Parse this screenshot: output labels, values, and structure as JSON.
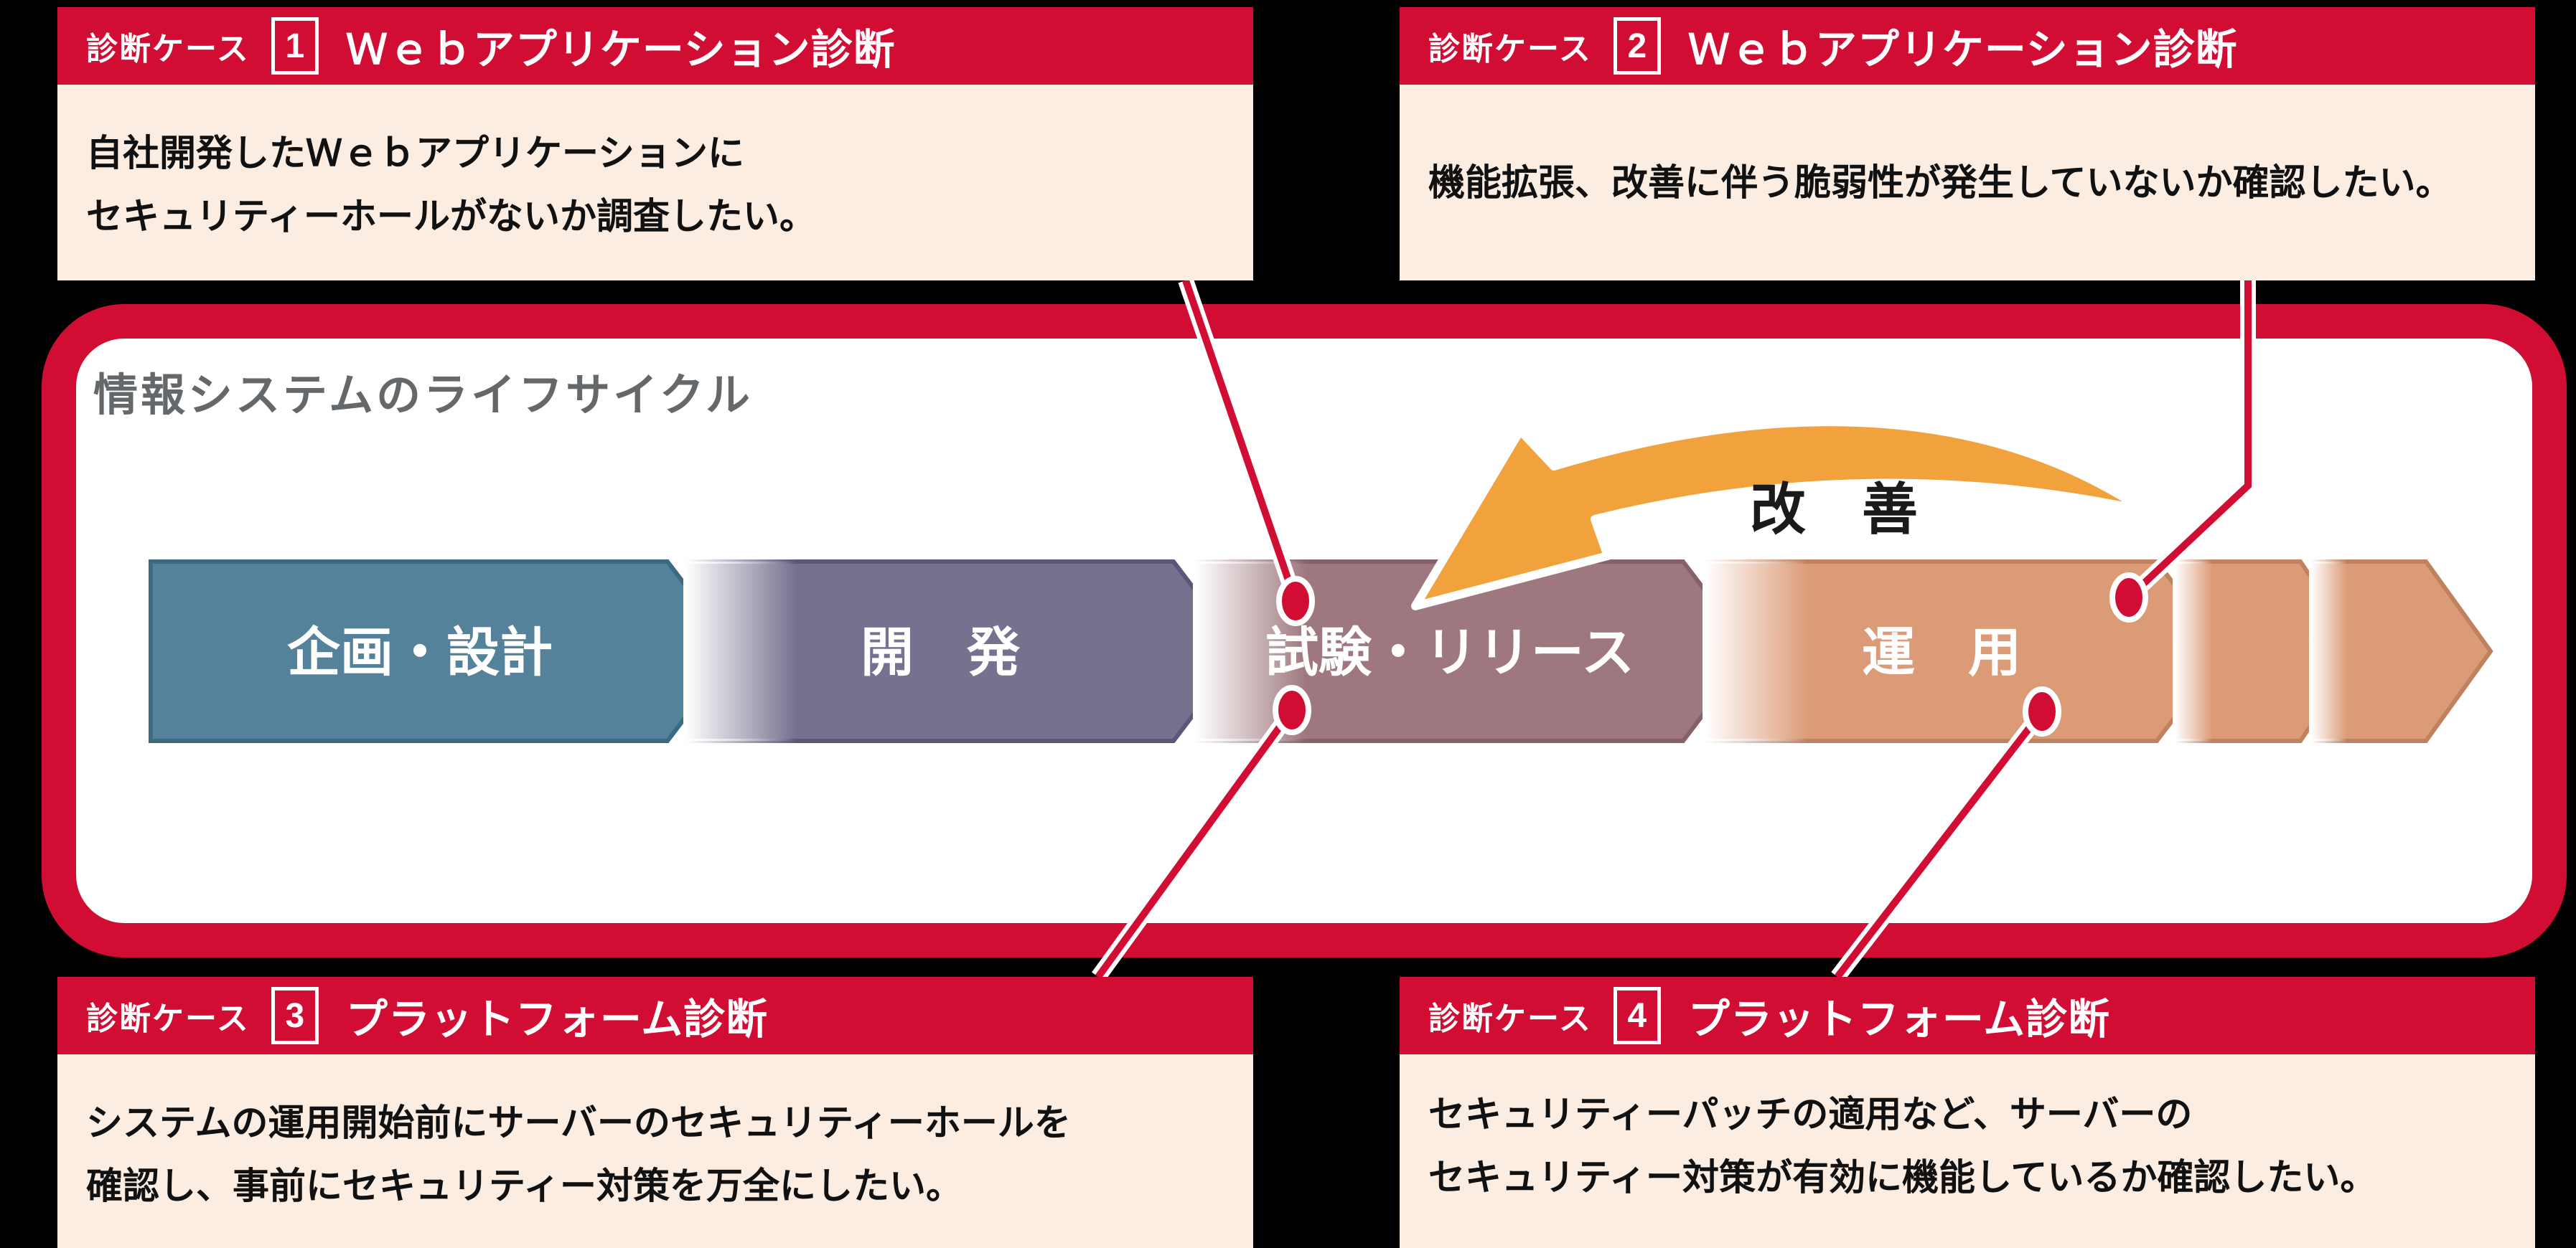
{
  "lifecycle": {
    "title": "情報システムのライフサイクル",
    "improvement_label": "改　善",
    "stages": [
      {
        "label": "企画・設計",
        "color": "#53829a"
      },
      {
        "label": "開　発",
        "color": "#75718e"
      },
      {
        "label": "試験・リリース",
        "color": "#9e787e"
      },
      {
        "label": "運　用",
        "color": "#dc9b77"
      }
    ]
  },
  "cases": [
    {
      "case_label": "診断ケース",
      "number": "1",
      "title": "Ｗｅｂアプリケーション診断",
      "body_lines": [
        "自社開発したＷｅｂアプリケーションに",
        "セキュリティーホールがないか調査したい。"
      ]
    },
    {
      "case_label": "診断ケース",
      "number": "2",
      "title": "Ｗｅｂアプリケーション診断",
      "body_lines": [
        "機能拡張、改善に伴う脆弱性が発生していないか確認したい。"
      ]
    },
    {
      "case_label": "診断ケース",
      "number": "3",
      "title": "プラットフォーム診断",
      "body_lines": [
        "システムの運用開始前にサーバーのセキュリティーホールを",
        "確認し、事前にセキュリティー対策を万全にしたい。"
      ]
    },
    {
      "case_label": "診断ケース",
      "number": "4",
      "title": "プラットフォーム診断",
      "body_lines": [
        "セキュリティーパッチの適用など、サーバーの",
        "セキュリティー対策が有効に機能しているか確認したい。"
      ]
    }
  ],
  "colors": {
    "accent_red": "#d10d33",
    "case_body_bg": "#fcede3",
    "panel_bg": "#ffffff",
    "page_bg": "#000000",
    "title_gray": "#64686b",
    "stage_teal": "#53829a",
    "stage_purple": "#75718e",
    "stage_mauve": "#9e787e",
    "stage_salmon": "#dc9b77",
    "improvement_orange": "#f1a23c"
  }
}
